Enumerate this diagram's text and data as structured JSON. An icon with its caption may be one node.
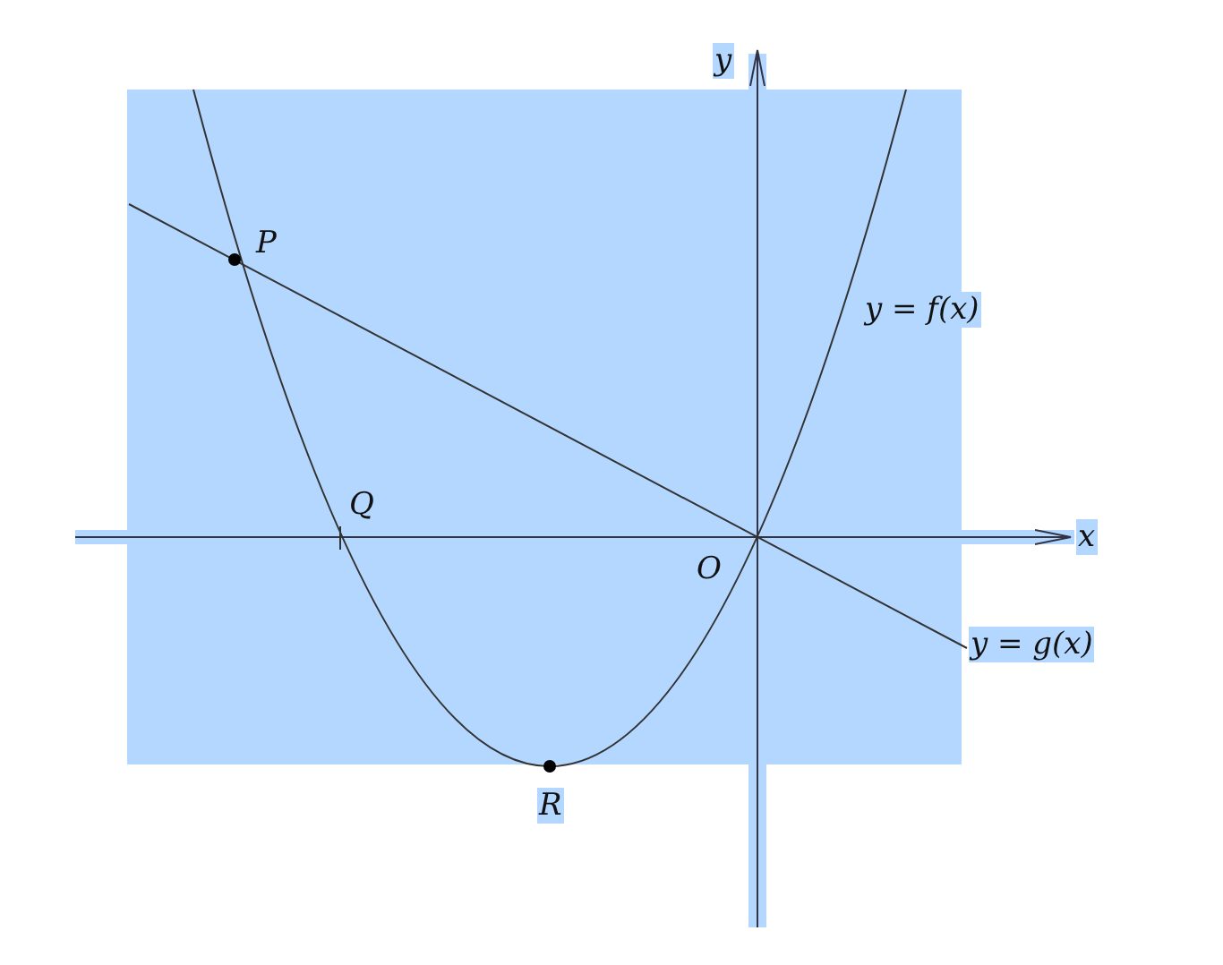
{
  "diagram": {
    "labels": [
      "y",
      "P",
      "y = f(x)",
      "Q",
      "x",
      "O",
      "y = g(x)",
      "R"
    ]
  }
}
